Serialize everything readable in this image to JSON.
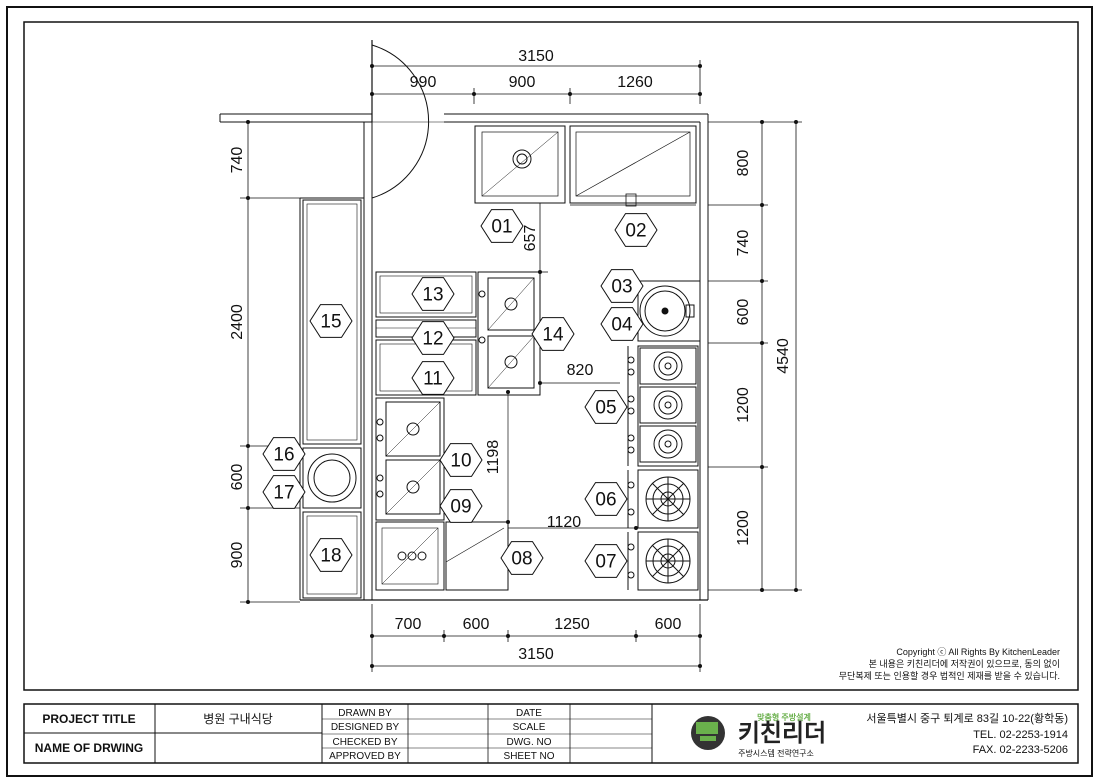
{
  "dimensions": {
    "top_total": "3150",
    "top_1": "990",
    "top_2": "900",
    "top_3": "1260",
    "bottom_1": "700",
    "bottom_2": "600",
    "bottom_3": "1250",
    "bottom_4": "600",
    "bottom_total": "3150",
    "left_1": "740",
    "left_2": "2400",
    "left_3": "600",
    "left_4": "900",
    "right_1": "800",
    "right_2": "740",
    "right_3": "600",
    "right_4": "1200",
    "right_5": "1200",
    "right_total": "4540",
    "inner_657": "657",
    "inner_820": "820",
    "inner_1198": "1198",
    "inner_1120": "1120"
  },
  "equipment_labels": [
    "01",
    "02",
    "03",
    "04",
    "05",
    "06",
    "07",
    "08",
    "09",
    "10",
    "11",
    "12",
    "13",
    "14",
    "15",
    "16",
    "17",
    "18"
  ],
  "copyright": {
    "line1": "Copyright ⓒ All Rights By KitchenLeader",
    "line2": "본 내용은 키친리더에 저작권이 있으므로, 동의 없이",
    "line3": "무단복제 또는 인용할 경우 법적인 제재를 받을 수 있습니다."
  },
  "title_block": {
    "project_title_label": "PROJECT TITLE",
    "project_title_value": "병원 구내식당",
    "name_of_drawing_label": "NAME OF DRWING",
    "drawn_by": "DRAWN BY",
    "designed_by": "DESIGNED BY",
    "checked_by": "CHECKED BY",
    "approved_by": "APPROVED BY",
    "date": "DATE",
    "scale": "SCALE",
    "dwg_no": "DWG. NO",
    "sheet_no": "SHEET NO"
  },
  "company": {
    "tagline": "맞춤형 주방설계",
    "name": "키친리더",
    "subtitle": "주방시스템 전략연구소",
    "address": "서울특별시 중구 퇴계로 83길 10-22(황학동)",
    "tel": "TEL. 02-2253-1914",
    "fax": "FAX. 02-2233-5206"
  },
  "colors": {
    "line": "#111111",
    "logo_green": "#6ab04c",
    "logo_dark": "#333333"
  }
}
